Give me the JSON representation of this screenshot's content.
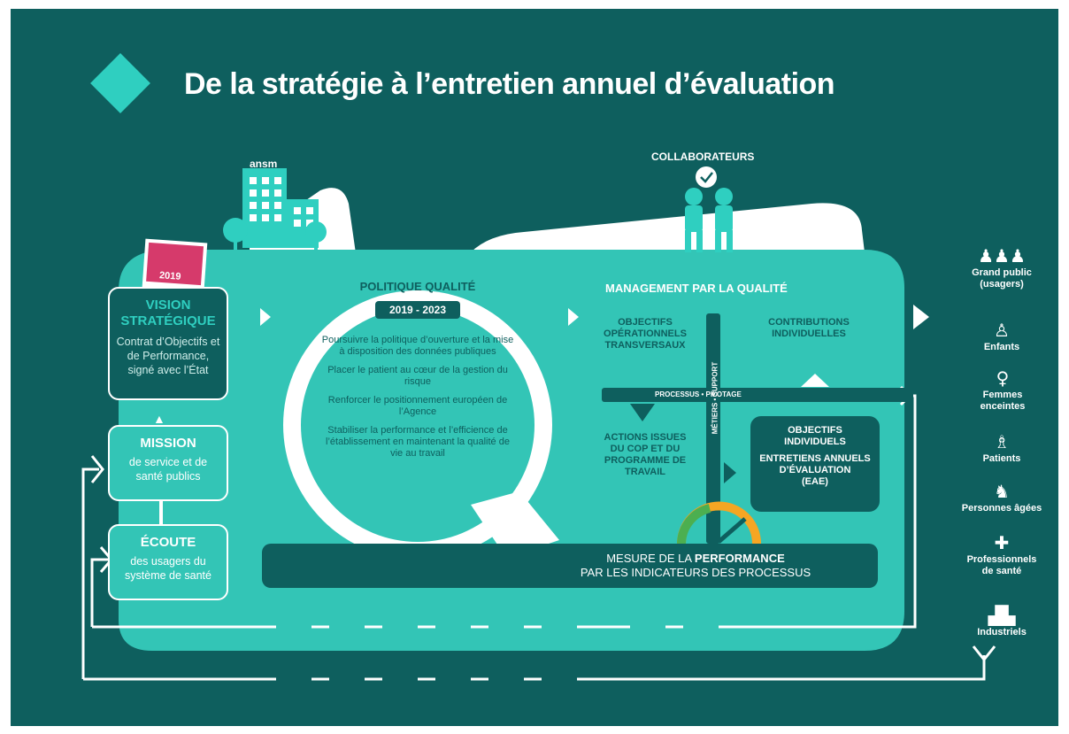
{
  "title": "De la stratégie à l’entretien annuel d’évaluation",
  "top_labels": {
    "ansm": "ansm",
    "collaborateurs": "COLLABORATEURS"
  },
  "book": {
    "year": "2019"
  },
  "left_column": {
    "vision": {
      "title_line1": "VISION",
      "title_line2": "STRATÉGIQUE",
      "body": "Contrat d’Objectifs et de Performance, signé avec l’État"
    },
    "mission": {
      "title": "MISSION",
      "body": "de service et de santé publics"
    },
    "ecoute": {
      "title": "ÉCOUTE",
      "body": "des usagers du système de santé"
    }
  },
  "politique": {
    "title": "POLITIQUE QUALITÉ",
    "period": "2019 - 2023",
    "items": [
      "Poursuivre la politique d’ouverture et la mise à disposition des données publiques",
      "Placer le patient au cœur de la gestion du risque",
      "Renforcer le positionnement européen de l’Agence",
      "Stabiliser la performance et l’efficience de l’établissement en maintenant la qualité de vie au travail"
    ]
  },
  "management": {
    "title": "MANAGEMENT PAR LA QUALITÉ",
    "objectifs_op": "OBJECTIFS OPÉRATIONNELS TRANSVERSAUX",
    "contributions": "CONTRIBUTIONS INDIVIDUELLES",
    "axis_h": "PROCESSUS • PILOTAGE",
    "axis_v": "MÉTIERS • SUPPORT",
    "actions": "ACTIONS ISSUES DU COP ET DU PROGRAMME DE TRAVAIL",
    "objectifs_ind_l1": "OBJECTIFS",
    "objectifs_ind_l2": "INDIVIDUELS",
    "entretiens_l1": "ENTRETIENS ANNUELS",
    "entretiens_l2": "D’ÉVALUATION",
    "entretiens_l3": "(EAE)"
  },
  "mesure": {
    "line1_prefix": "MESURE DE LA ",
    "line1_bold": "PERFORMANCE",
    "line2": "PAR LES INDICATEURS DES PROCESSUS"
  },
  "stakeholders": [
    {
      "label": "Grand public (usagers)",
      "icon": "group-icon"
    },
    {
      "label": "Enfants",
      "icon": "child-icon"
    },
    {
      "label": "Femmes enceintes",
      "icon": "pregnant-woman-icon"
    },
    {
      "label": "Patients",
      "icon": "patient-icon"
    },
    {
      "label": "Personnes âgées",
      "icon": "elderly-icon"
    },
    {
      "label": "Professionnels de santé",
      "icon": "health-professional-icon"
    },
    {
      "label": "Industriels",
      "icon": "factory-icon"
    }
  ],
  "colors": {
    "background": "#0e5f5e",
    "teal": "#33c5b6",
    "teal_light": "#2fcfc0",
    "white": "#ffffff",
    "gauge_green": "#4caf50",
    "gauge_orange": "#f5a623"
  }
}
